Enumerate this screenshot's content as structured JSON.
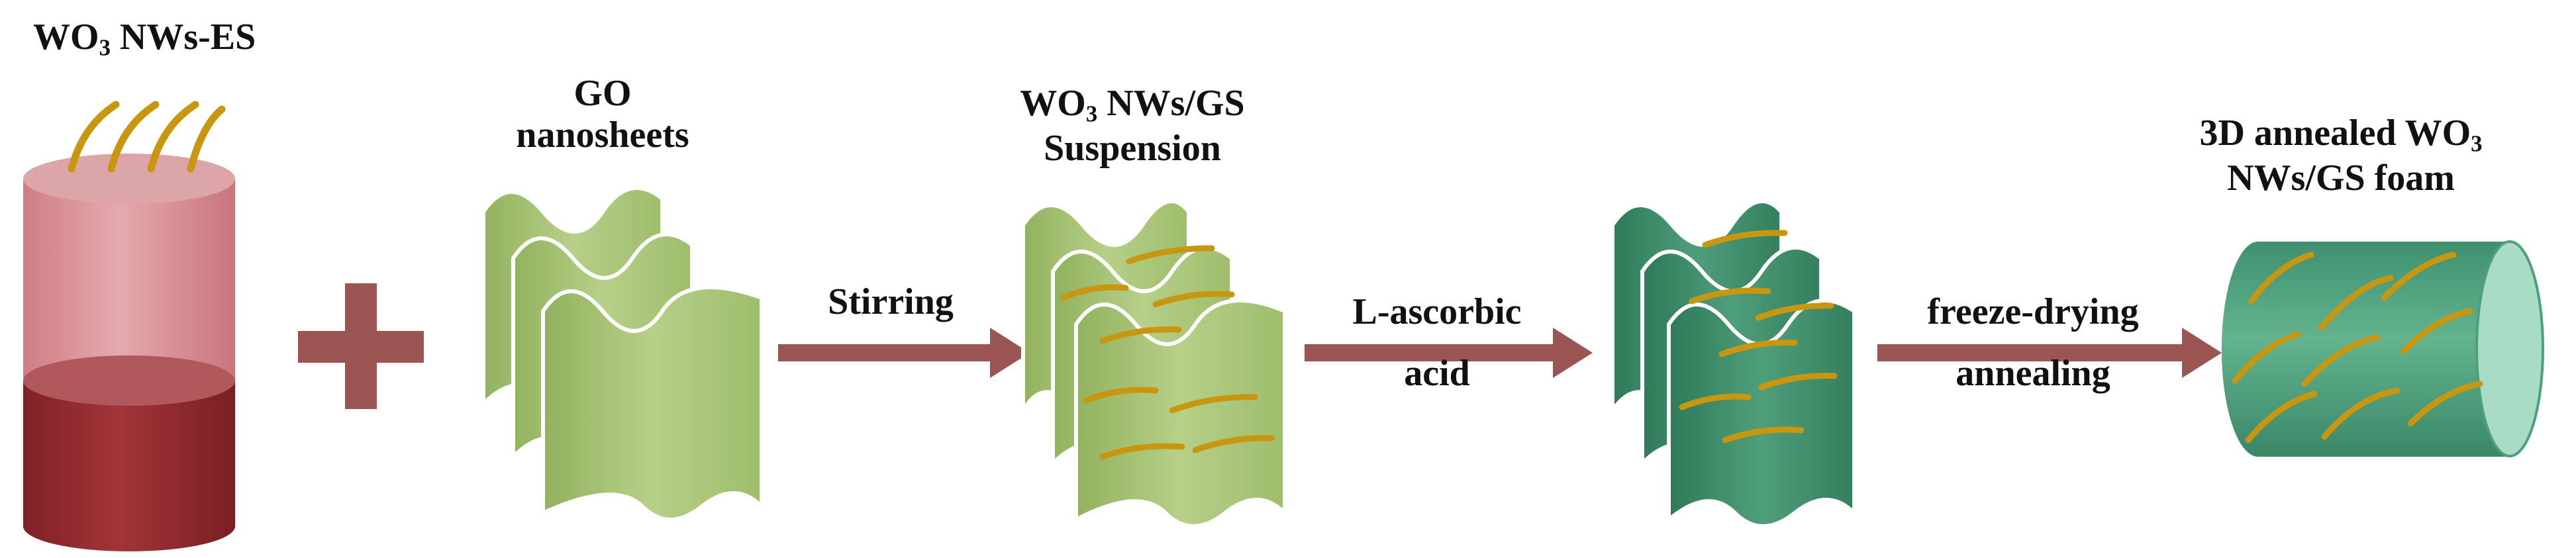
{
  "diagram": {
    "labels": {
      "wo3_es": {
        "pre": "WO",
        "sub": "3",
        "post": " NWs-ES"
      },
      "go_line1": "GO",
      "go_line2": "nanosheets",
      "susp_line1": {
        "pre": "WO",
        "sub": "3",
        "post": " NWs/GS"
      },
      "susp_line2": "Suspension",
      "foam_line1": {
        "pre": "3D annealed WO",
        "sub": "3",
        "post": ""
      },
      "foam_line2": "NWs/GS foam"
    },
    "steps": {
      "stirring": "Stirring",
      "ascorbic_line1": "L-ascorbic",
      "ascorbic_line2": "acid",
      "freeze_line1": "freeze-drying",
      "freeze_line2": "annealing"
    },
    "plus_symbol": "+"
  },
  "colors": {
    "beaker_top": "#d98e92",
    "beaker_liquid": "#8e2a2d",
    "wire": "#c9960f",
    "plus": "#9b5553",
    "arrow": "#9b5553",
    "go_light": "#a9c676",
    "go_mid": "#c3d99a",
    "gs_dark": "#3f8f6b",
    "gs_light": "#5fae88",
    "foam_body": "#4fa07c",
    "foam_end": "#a8dcc4"
  }
}
